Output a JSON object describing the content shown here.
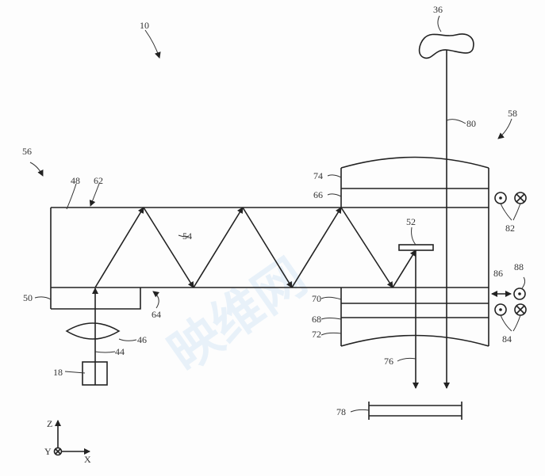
{
  "figure": {
    "labels": {
      "system": "10",
      "source": "18",
      "object": "36",
      "beam_in": "44",
      "lens": "46",
      "waveguide": "48",
      "coupler_in": "50",
      "element_52": "52",
      "beam_guided": "54",
      "assembly_left": "56",
      "assembly_right": "58",
      "top_surface": "62",
      "bottom_surface": "64",
      "layer_66": "66",
      "layer_68": "68",
      "layer_70": "70",
      "layer_72": "72",
      "layer_74": "74",
      "beam_out": "76",
      "target": "78",
      "world_light": "80",
      "pol_top": "82",
      "pol_bottom": "84",
      "arrow_86": "86",
      "pol_88": "88"
    },
    "axes": {
      "z": "Z",
      "y": "Y",
      "x": "X"
    },
    "watermark": "映维网"
  }
}
